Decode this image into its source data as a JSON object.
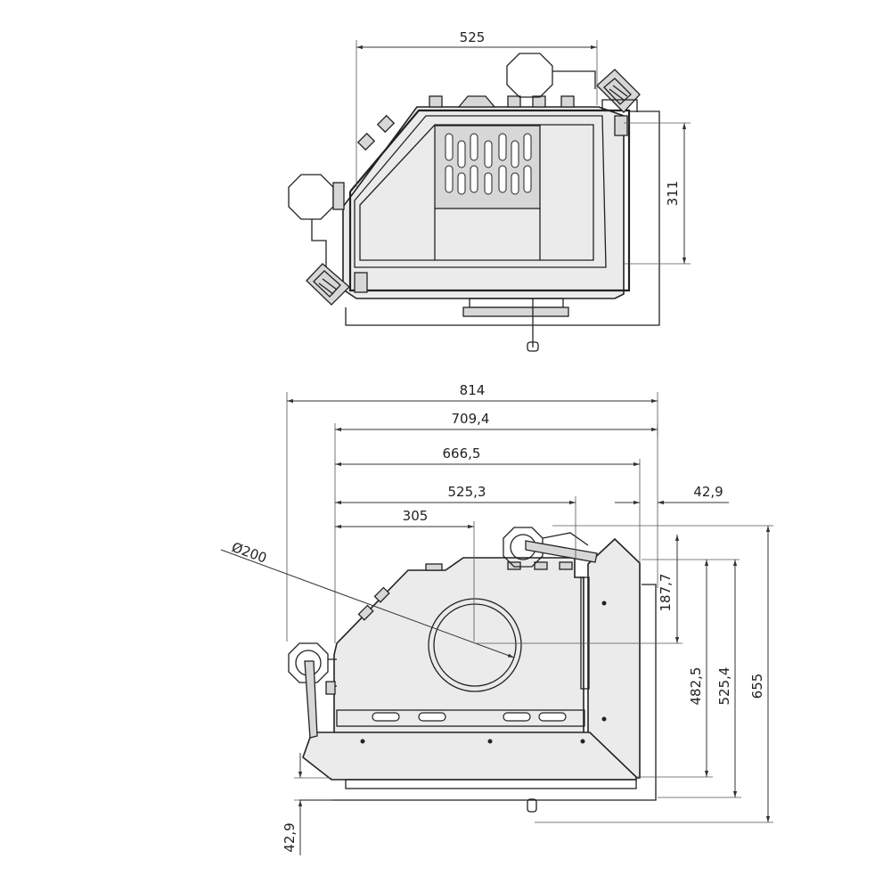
{
  "top_view": {
    "width_label": "525",
    "height_label": "311"
  },
  "front_view": {
    "dims": {
      "w814": "814",
      "w709": "709,4",
      "w666": "666,5",
      "w525": "525,3",
      "w305": "305",
      "w429": "42,9",
      "diameter": "Ø200",
      "h1877": "187,7",
      "h4825": "482,5",
      "h5254": "525,4",
      "h655": "655",
      "h429": "42,9"
    }
  },
  "colors": {
    "line": "#222222",
    "fill": "#ebebeb"
  }
}
